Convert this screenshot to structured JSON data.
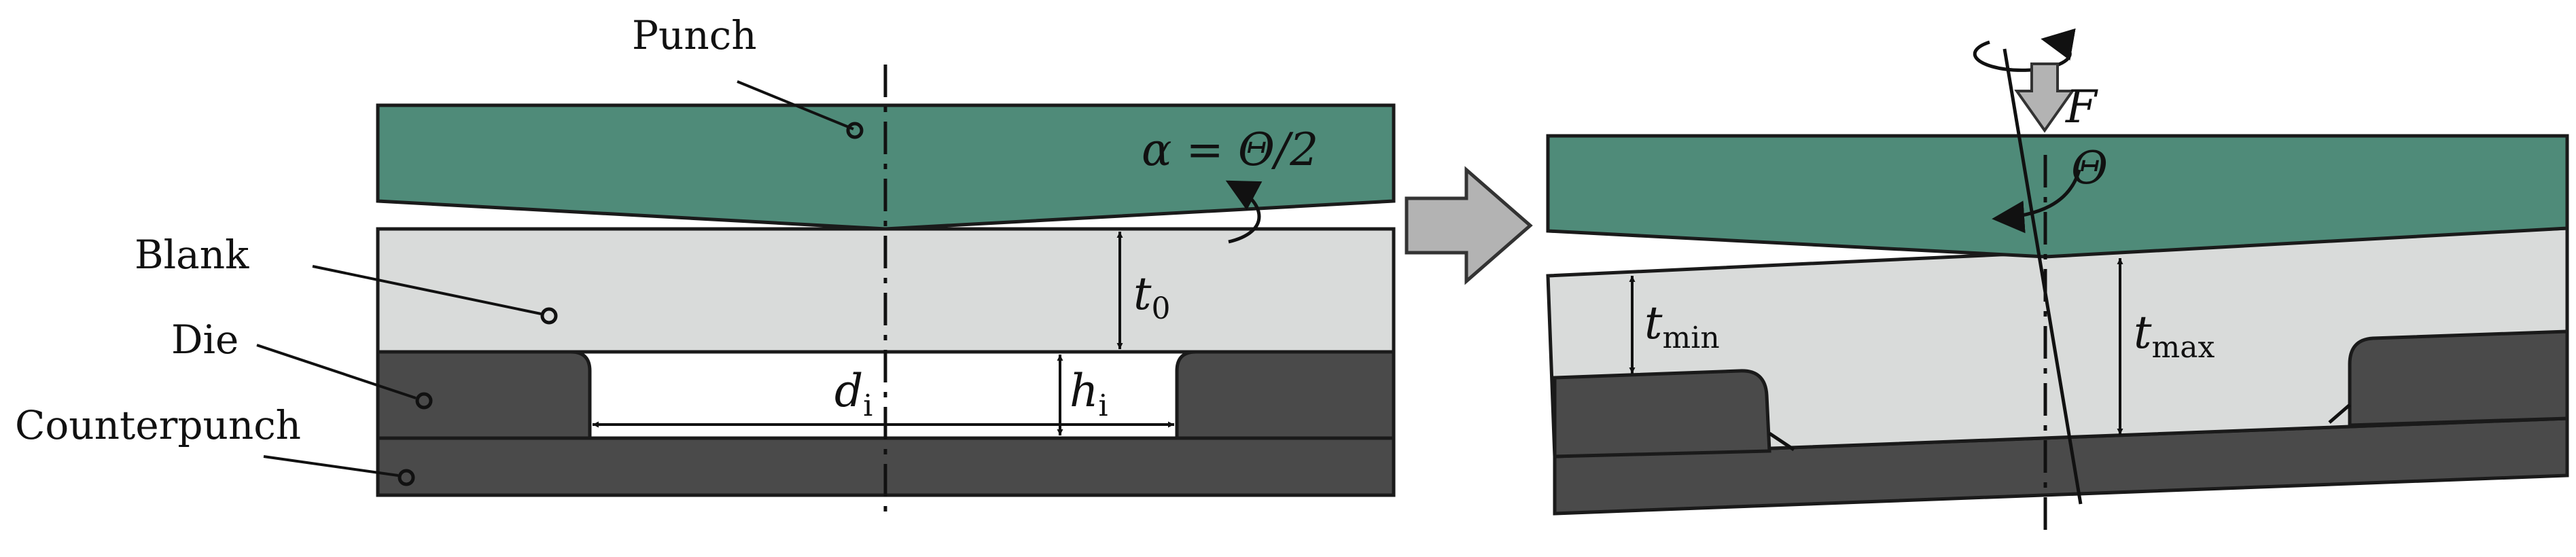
{
  "colors": {
    "punch": "#4f8b79",
    "blank": "#d9dbda",
    "die": "#4a4a4a",
    "counterpunch": "#4a4a4a",
    "outline": "#1a1a1a",
    "arrow": "#b3b3b3",
    "background": "#ffffff"
  },
  "left": {
    "labels": {
      "punch": "Punch",
      "blank": "Blank",
      "die": "Die",
      "counterpunch": "Counterpunch"
    },
    "alpha_lhs": "α",
    "alpha_eq": " = ",
    "alpha_rhs": "Θ/2",
    "t0_main": "t",
    "t0_sub": "0",
    "di_main": "d",
    "di_sub": "i",
    "hi_main": "h",
    "hi_sub": "i"
  },
  "right": {
    "force": "F",
    "theta": "Θ",
    "tmin_main": "t",
    "tmin_sub": "min",
    "tmax_main": "t",
    "tmax_sub": "max"
  },
  "transition_icon": "right-arrow-icon"
}
